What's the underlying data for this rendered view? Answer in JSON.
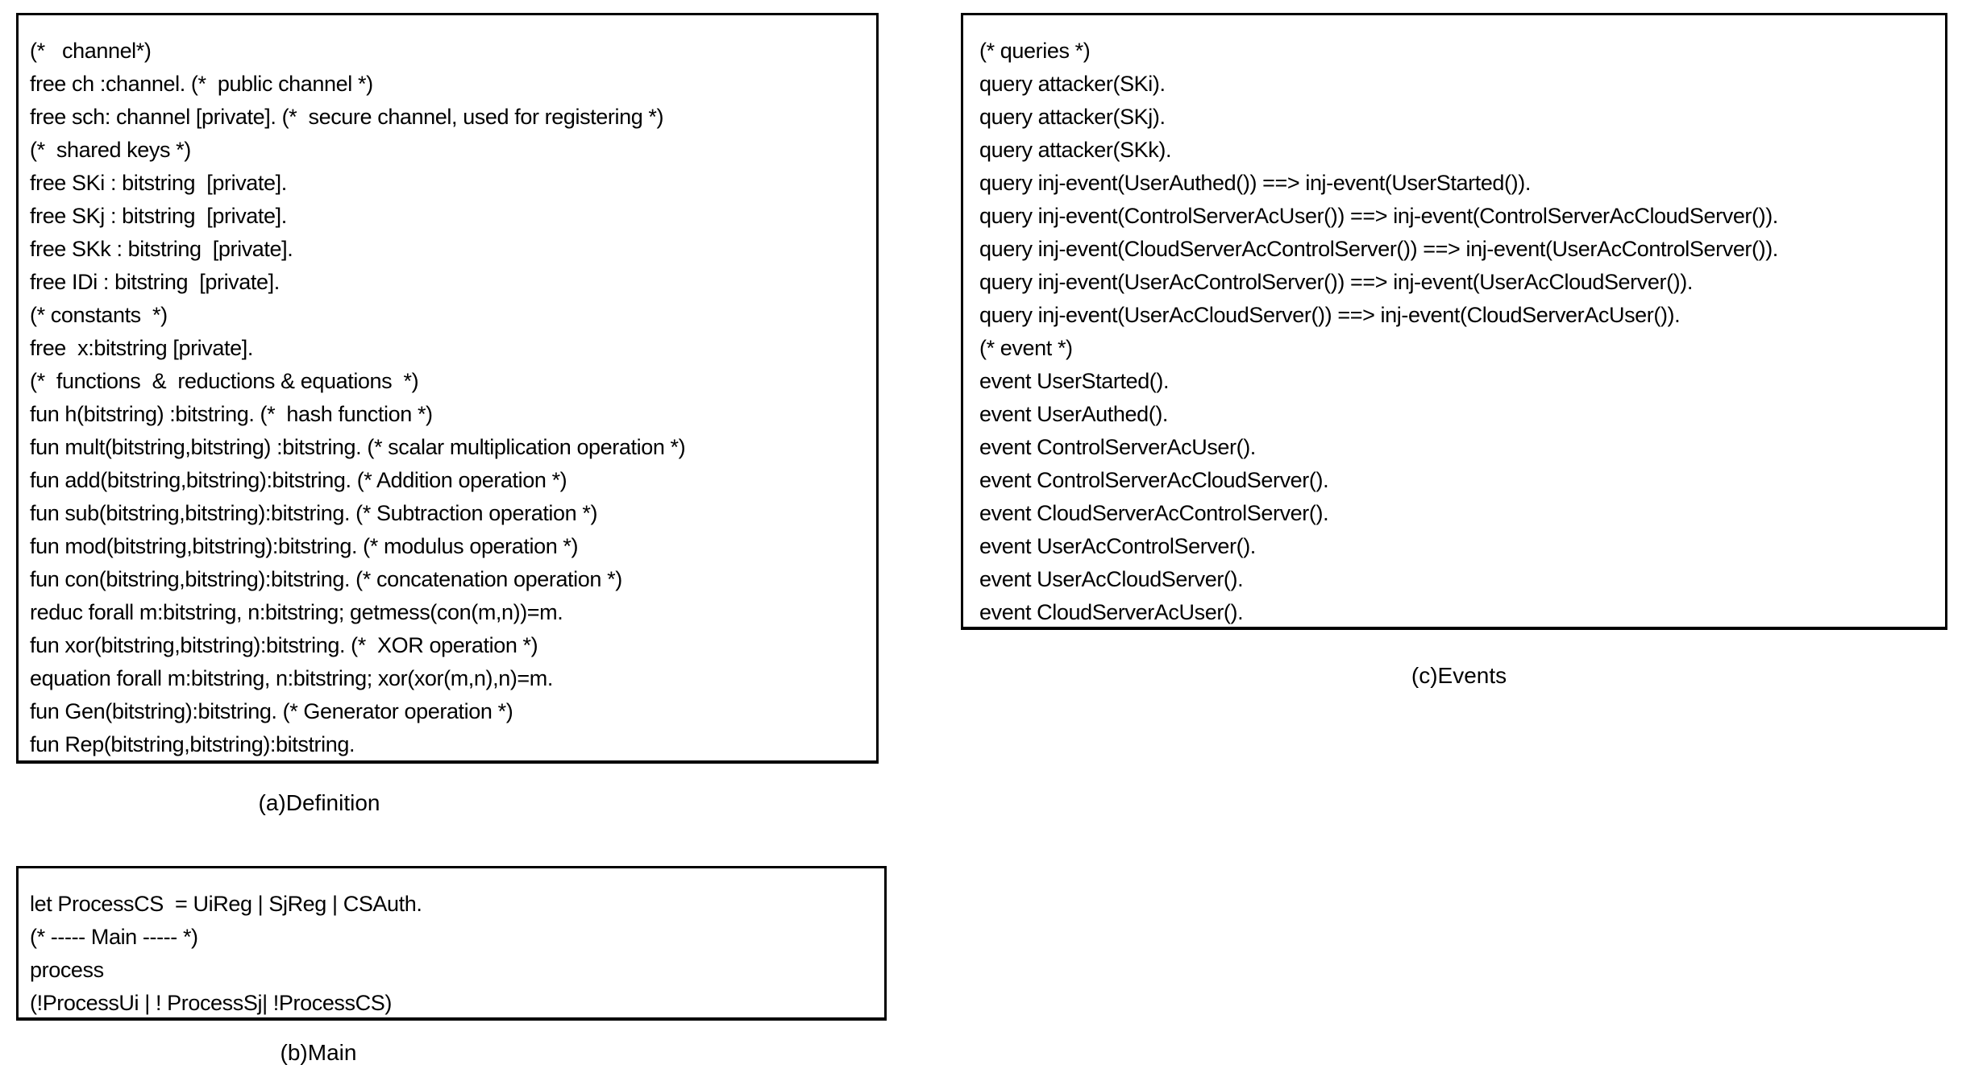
{
  "figure": {
    "background_color": "#ffffff",
    "text_color": "#000000",
    "panels": [
      {
        "id": "definition",
        "caption": "(a)Definition",
        "lines": [
          "(*   channel*)",
          "free ch :channel. (*  public channel *)",
          "free sch: channel [private]. (*  secure channel, used for registering *)",
          "(*  shared keys *)",
          "free SKi : bitstring  [private].",
          "free SKj : bitstring  [private].",
          "free SKk : bitstring  [private].",
          "free IDi : bitstring  [private].",
          "(* constants  *)",
          "free  x:bitstring [private].",
          "(*  functions  &  reductions & equations  *)",
          "fun h(bitstring) :bitstring. (*  hash function *)",
          "fun mult(bitstring,bitstring) :bitstring. (* scalar multiplication operation *)",
          "fun add(bitstring,bitstring):bitstring. (* Addition operation *)",
          "fun sub(bitstring,bitstring):bitstring. (* Subtraction operation *)",
          "fun mod(bitstring,bitstring):bitstring. (* modulus operation *)",
          "fun con(bitstring,bitstring):bitstring. (* concatenation operation *)",
          "reduc forall m:bitstring, n:bitstring; getmess(con(m,n))=m.",
          "fun xor(bitstring,bitstring):bitstring. (*  XOR operation *)",
          "equation forall m:bitstring, n:bitstring; xor(xor(m,n),n)=m.",
          "fun Gen(bitstring):bitstring. (* Generator operation *)",
          "fun Rep(bitstring,bitstring):bitstring."
        ]
      },
      {
        "id": "main",
        "caption": "(b)Main",
        "lines": [
          "let ProcessCS  = UiReg | SjReg | CSAuth.",
          "(* ----- Main ----- *)",
          "process",
          "(!ProcessUi | ! ProcessSj| !ProcessCS)"
        ]
      },
      {
        "id": "events",
        "caption": "(c)Events",
        "lines": [
          "(* queries *)",
          "query attacker(SKi).",
          "query attacker(SKj).",
          "query attacker(SKk).",
          "query inj-event(UserAuthed()) ==> inj-event(UserStarted()).",
          "query inj-event(ControlServerAcUser()) ==> inj-event(ControlServerAcCloudServer()).",
          "query inj-event(CloudServerAcControlServer()) ==> inj-event(UserAcControlServer()).",
          "query inj-event(UserAcControlServer()) ==> inj-event(UserAcCloudServer()).",
          "query inj-event(UserAcCloudServer()) ==> inj-event(CloudServerAcUser()).",
          "(* event *)",
          "event UserStarted().",
          "event UserAuthed().",
          "event ControlServerAcUser().",
          "event ControlServerAcCloudServer().",
          "event CloudServerAcControlServer().",
          "event UserAcControlServer().",
          "event UserAcCloudServer().",
          "event CloudServerAcUser()."
        ]
      }
    ]
  }
}
